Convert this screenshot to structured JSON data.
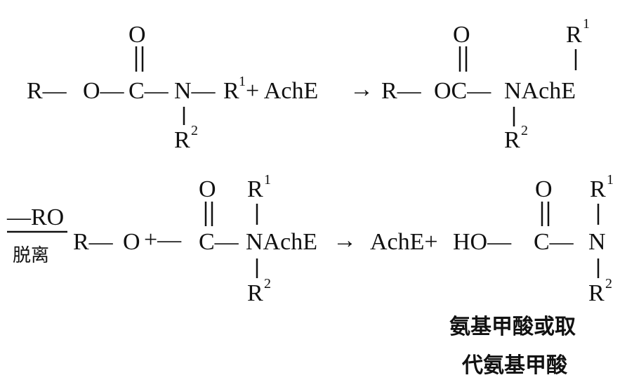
{
  "reaction1": {
    "r": "R—",
    "o": "O—",
    "c": "C—",
    "n": "N—",
    "r1": "R",
    "r1_sup": "1",
    "plus_enzyme": "+ AchE",
    "arrow": "→",
    "prod_r": "R—",
    "prod_oc": "OC—",
    "prod_n": "NAchE",
    "carbonyl_o": "O",
    "prod_carbonyl_o": "O",
    "sub_r2": "R",
    "sub_r2_sup": "2",
    "prod_r1": "R",
    "prod_r1_sup": "1",
    "prod_r2": "R",
    "prod_r2_sup": "2"
  },
  "reaction2": {
    "leaving_group": "—RO",
    "leaving_label": "脱离",
    "r": "R—",
    "o": "O",
    "plus": "+—",
    "c": "C—",
    "n": "NAchE",
    "carbonyl_o": "O",
    "r1": "R",
    "r1_sup": "1",
    "r2": "R",
    "r2_sup": "2",
    "arrow": "→",
    "enzyme": "AchE+",
    "ho": "HO—",
    "prod_c": "C—",
    "prod_n": "N",
    "prod_carbonyl_o": "O",
    "prod_r1": "R",
    "prod_r1_sup": "1",
    "prod_r2": "R",
    "prod_r2_sup": "2",
    "product_name_line1": "氨基甲酸或取",
    "product_name_line2": "代氨基甲酸"
  }
}
